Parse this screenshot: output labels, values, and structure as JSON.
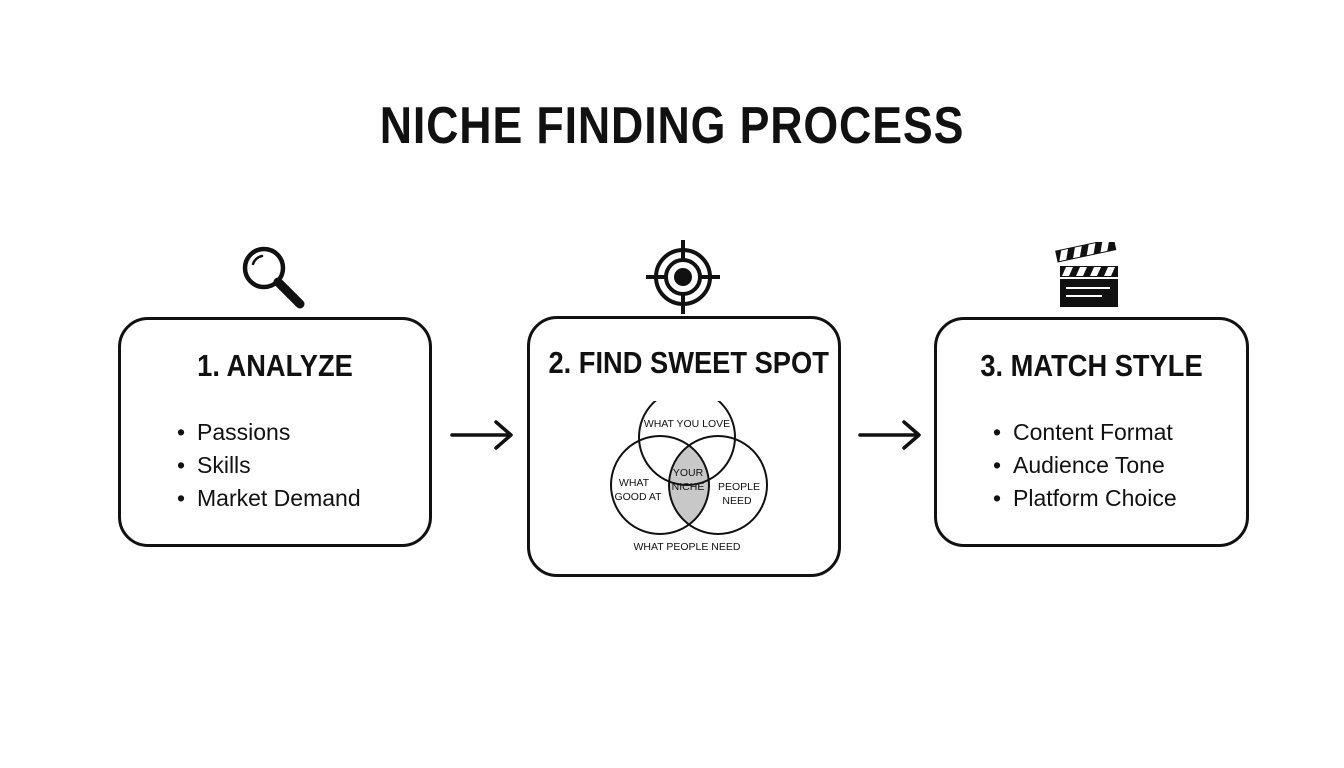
{
  "title": "NICHE FINDING PROCESS",
  "steps": [
    {
      "title": "1. ANALYZE",
      "icon": "magnifying-glass-icon",
      "items": [
        "Passions",
        "Skills",
        "Market Demand"
      ]
    },
    {
      "title": "2. FIND SWEET SPOT",
      "icon": "target-icon",
      "venn": {
        "top": "WHAT YOU LOVE",
        "left_line1": "WHAT",
        "left_line2": "GOOD AT",
        "right_line1": "PEOPLE",
        "right_line2": "NEED",
        "center_line1": "YOUR",
        "center_line2": "NICHE",
        "bottom": "WHAT PEOPLE NEED"
      }
    },
    {
      "title": "3. MATCH STYLE",
      "icon": "clapperboard-icon",
      "items": [
        "Content Format",
        "Audience Tone",
        "Platform Choice"
      ]
    }
  ],
  "colors": {
    "ink": "#111111",
    "overlap_fill": "#c8c8c8",
    "background": "#ffffff"
  }
}
